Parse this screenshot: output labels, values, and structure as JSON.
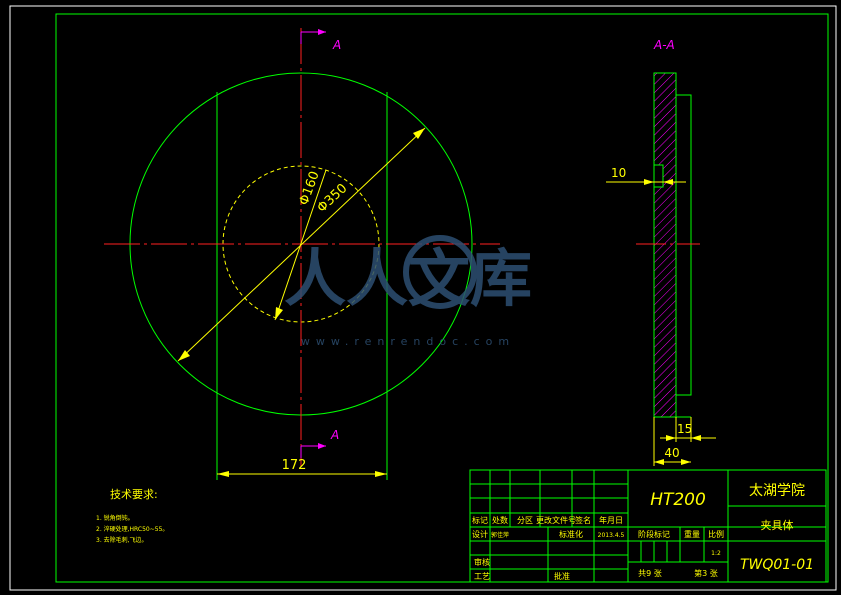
{
  "colors": {
    "background": "#000000",
    "frame": "#ffffff",
    "green": "#00ff00",
    "red": "#ff2020",
    "yellow": "#ffff00",
    "magenta": "#ff00ff",
    "cyan": "#00ffff",
    "watermark": "#2d4f72"
  },
  "section_marks": {
    "top_label": "A",
    "bottom_label": "A",
    "view_title": "A-A"
  },
  "dimensions": {
    "phi160": "Φ160",
    "phi350": "Φ350",
    "width_172": "172",
    "thick_10": "10",
    "thick_15": "15",
    "thick_40": "40"
  },
  "tech_requirements": {
    "title": "技术要求:",
    "items": [
      "1. 锐角倒钝。",
      "2. 淬硬处理,HRC50~55。",
      "3. 去除毛刺,飞边。"
    ]
  },
  "title_block": {
    "material": "HT200",
    "school": "太湖学院",
    "part_name": "夹具体",
    "drawing_no": "TWQ01-01",
    "rev_headers": [
      "标记",
      "处数",
      "分区",
      "更改文件号",
      "签名",
      "年月日"
    ],
    "designer_label": "设计",
    "designer_name": "郭佳萍",
    "standardize_label": "标准化",
    "date": "2013.4.5",
    "stage_label": "阶段标记",
    "weight_label": "重量",
    "scale_label": "比例",
    "scale_value": "1:2",
    "review_label": "审核",
    "process_label": "工艺",
    "approve_label": "批准",
    "sheets_total": "共9 张",
    "sheet_no": "第3 张"
  },
  "watermark": {
    "brand": "人人文库",
    "url": "www.renrendoc.com"
  }
}
